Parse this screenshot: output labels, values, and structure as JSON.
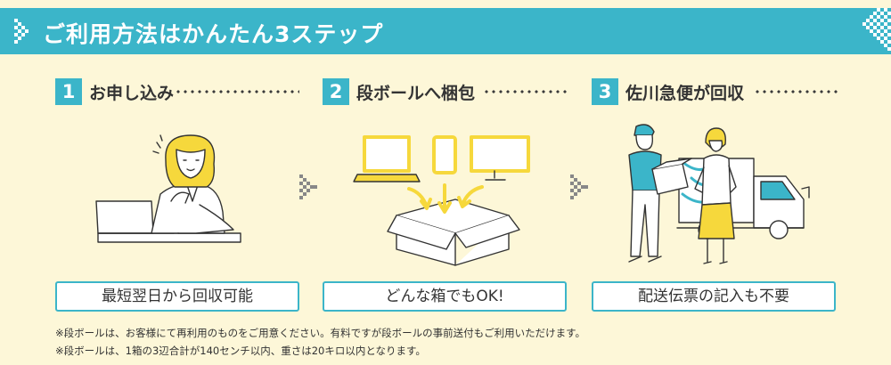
{
  "header": {
    "title": "ご利用方法はかんたん3ステップ"
  },
  "steps": [
    {
      "number": "1",
      "title": "お申し込み",
      "box": "最短翌日から回収可能"
    },
    {
      "number": "2",
      "title": "段ボールへ梱包",
      "box": "どんな箱でもOK!"
    },
    {
      "number": "3",
      "title": "佐川急便が回収",
      "box": "配送伝票の記入も不要"
    }
  ],
  "notes": [
    "※段ボールは、お客様にて再利用のものをご用意ください。有料ですが段ボールの事前送付もご利用いただけます。",
    "※段ボールは、1箱の3辺合計が140センチ以内、重さは20キロ以内となります。"
  ],
  "colors": {
    "accent": "#3bb5c9",
    "background": "#fdf7d8",
    "highlight": "#f6d83c"
  }
}
